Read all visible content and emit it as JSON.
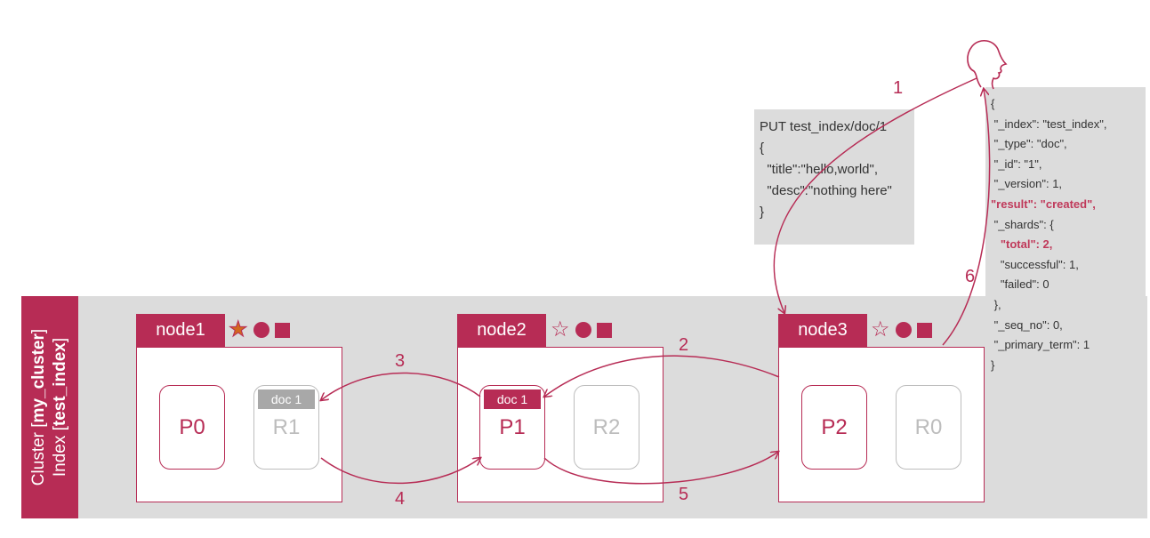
{
  "cluster": {
    "label_prefix": "Cluster [",
    "cluster_name": "my_cluster",
    "index_prefix": "Index [",
    "index_name": "test_index",
    "close": "]"
  },
  "nodes": [
    {
      "name": "node1",
      "master": true,
      "shards": [
        {
          "label": "P0",
          "type": "primary",
          "doc": ""
        },
        {
          "label": "R1",
          "type": "replica",
          "doc": "doc 1"
        }
      ]
    },
    {
      "name": "node2",
      "master": false,
      "shards": [
        {
          "label": "P1",
          "type": "primary",
          "doc": "doc 1"
        },
        {
          "label": "R2",
          "type": "replica",
          "doc": ""
        }
      ]
    },
    {
      "name": "node3",
      "master": false,
      "shards": [
        {
          "label": "P2",
          "type": "primary",
          "doc": ""
        },
        {
          "label": "R0",
          "type": "replica",
          "doc": ""
        }
      ]
    }
  ],
  "request": {
    "lines": [
      "PUT test_index/doc/1",
      "{",
      "  \"title\":\"hello,world\",",
      "  \"desc\":\"nothing here\"",
      "}"
    ]
  },
  "response": {
    "lines": [
      {
        "text": "{",
        "hl": false
      },
      {
        "text": " \"_index\": \"test_index\",",
        "hl": false
      },
      {
        "text": " \"_type\": \"doc\",",
        "hl": false
      },
      {
        "text": " \"_id\": \"1\",",
        "hl": false
      },
      {
        "text": " \"_version\": 1,",
        "hl": false
      },
      {
        "text": "\"result\": \"created\",",
        "hl": true
      },
      {
        "text": " \"_shards\": {",
        "hl": false
      },
      {
        "text": "   \"total\": 2,",
        "hl": true
      },
      {
        "text": "   \"successful\": 1,",
        "hl": false
      },
      {
        "text": "   \"failed\": 0",
        "hl": false
      },
      {
        "text": " },",
        "hl": false
      },
      {
        "text": " \"_seq_no\": 0,",
        "hl": false
      },
      {
        "text": " \"_primary_term\": 1",
        "hl": false
      },
      {
        "text": "}",
        "hl": false
      }
    ]
  },
  "steps": [
    "1",
    "2",
    "3",
    "4",
    "5",
    "6"
  ],
  "icons": {
    "master_filled": "star-filled-icon",
    "master_empty": "star-outline-icon",
    "data": "circle-icon",
    "ingest": "square-icon"
  },
  "colors": {
    "accent": "#b72c55",
    "replica": "#bdbdbd",
    "panel": "#dcdcdc",
    "master_star_fill": "#d2691e"
  }
}
